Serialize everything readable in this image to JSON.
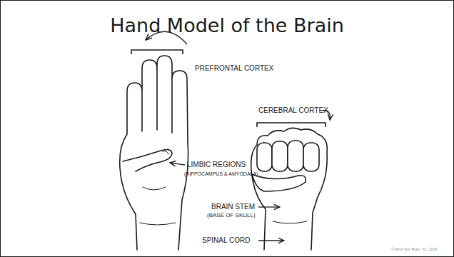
{
  "diagram": {
    "title": "Hand Model of the Brain",
    "labels": [
      "PREFRONTAL CORTEX",
      "CEREBRAL CORTEX",
      "LIMBIC REGIONS",
      "(HIPPOCAMPUS & AMYGDALA)",
      "BRAIN STEM",
      "(BASE OF SKULL)",
      "SPINAL CORD",
      "© Mind Your Brain, Inc. 2018"
    ]
  }
}
